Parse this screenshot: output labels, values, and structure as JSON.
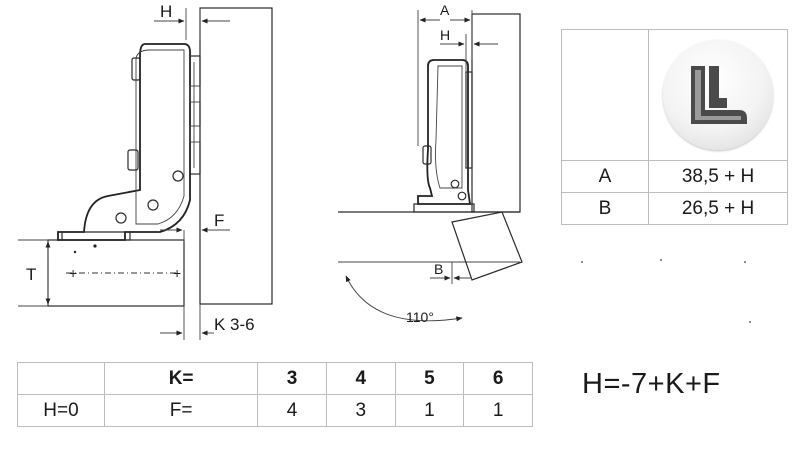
{
  "left_figure": {
    "dim_h": "H",
    "dim_f": "F",
    "dim_t": "T",
    "dim_k": "K 3-6"
  },
  "right_figure": {
    "dim_a": "A",
    "dim_h": "H",
    "dim_b": "B",
    "angle": "110°"
  },
  "ab_table": {
    "icon": "hinge-type-icon",
    "rows": [
      {
        "label": "A",
        "value": "38,5 + H"
      },
      {
        "label": "B",
        "value": "26,5 + H"
      }
    ]
  },
  "kf_table": {
    "header": [
      "",
      "K=",
      "3",
      "4",
      "5",
      "6"
    ],
    "row": [
      "H=0",
      "F=",
      "4",
      "3",
      "1",
      "1"
    ]
  },
  "formula": "H=-7+K+F"
}
